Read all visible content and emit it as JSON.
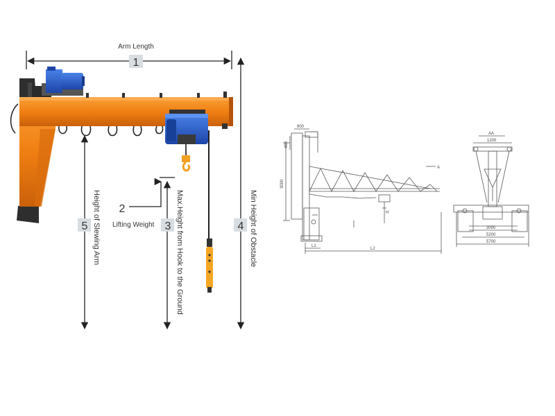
{
  "colors": {
    "arm_orange": "#f07f12",
    "arm_shadow": "#c9600a",
    "motor_blue": "#2a5cc8",
    "badge_bg": "#d8dde1",
    "line": "#222222"
  },
  "labels": {
    "arm_length": "Arm Length",
    "lifting_weight": "Lifting Weight",
    "max_height": "Max.Height from Hook to the Ground",
    "min_obstacle": "Min Height of Obstacle",
    "slewing_arm": "Height of Slewing Arm"
  },
  "badges": {
    "b1": "1",
    "b2": "2",
    "b3": "3",
    "b4": "4",
    "b5": "5"
  },
  "drawing": {
    "dim_900": "900",
    "dim_450": "450",
    "dim_3000": "3000",
    "dim_l1": "L1",
    "dim_l2": "L2",
    "dim_a": "A",
    "dim_h": "H",
    "top_aa": "AA",
    "top_1200": "1200",
    "base_3000": "3000",
    "base_5200": "5200",
    "base_5700": "5700"
  }
}
